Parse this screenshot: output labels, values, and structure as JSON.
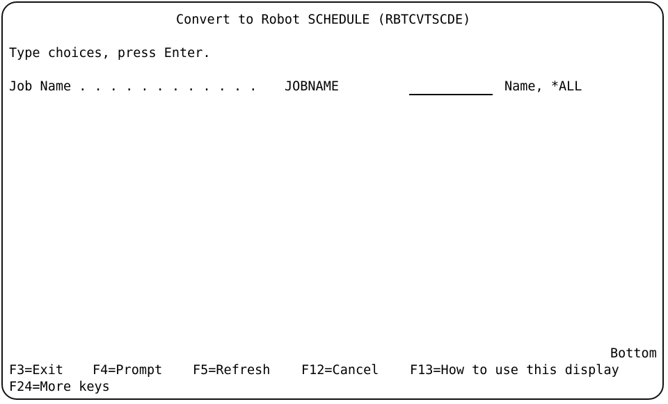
{
  "title": "Convert to Robot SCHEDULE (RBTCVTSCDE)",
  "instruction": "Type choices, press Enter.",
  "fields": [
    {
      "prompt": "Job Name . . . . . . . . . . . .",
      "keyword": "JOBNAME",
      "value": "",
      "allowed": "Name, *ALL"
    }
  ],
  "status": "Bottom",
  "function_keys": {
    "row1": [
      "F3=Exit",
      "F4=Prompt",
      "F5=Refresh",
      "F12=Cancel",
      "F13=How to use this display"
    ],
    "row2": [
      "F24=More keys"
    ]
  },
  "colors": {
    "text": "#000000",
    "border": "#111111",
    "background": "#ffffff"
  }
}
